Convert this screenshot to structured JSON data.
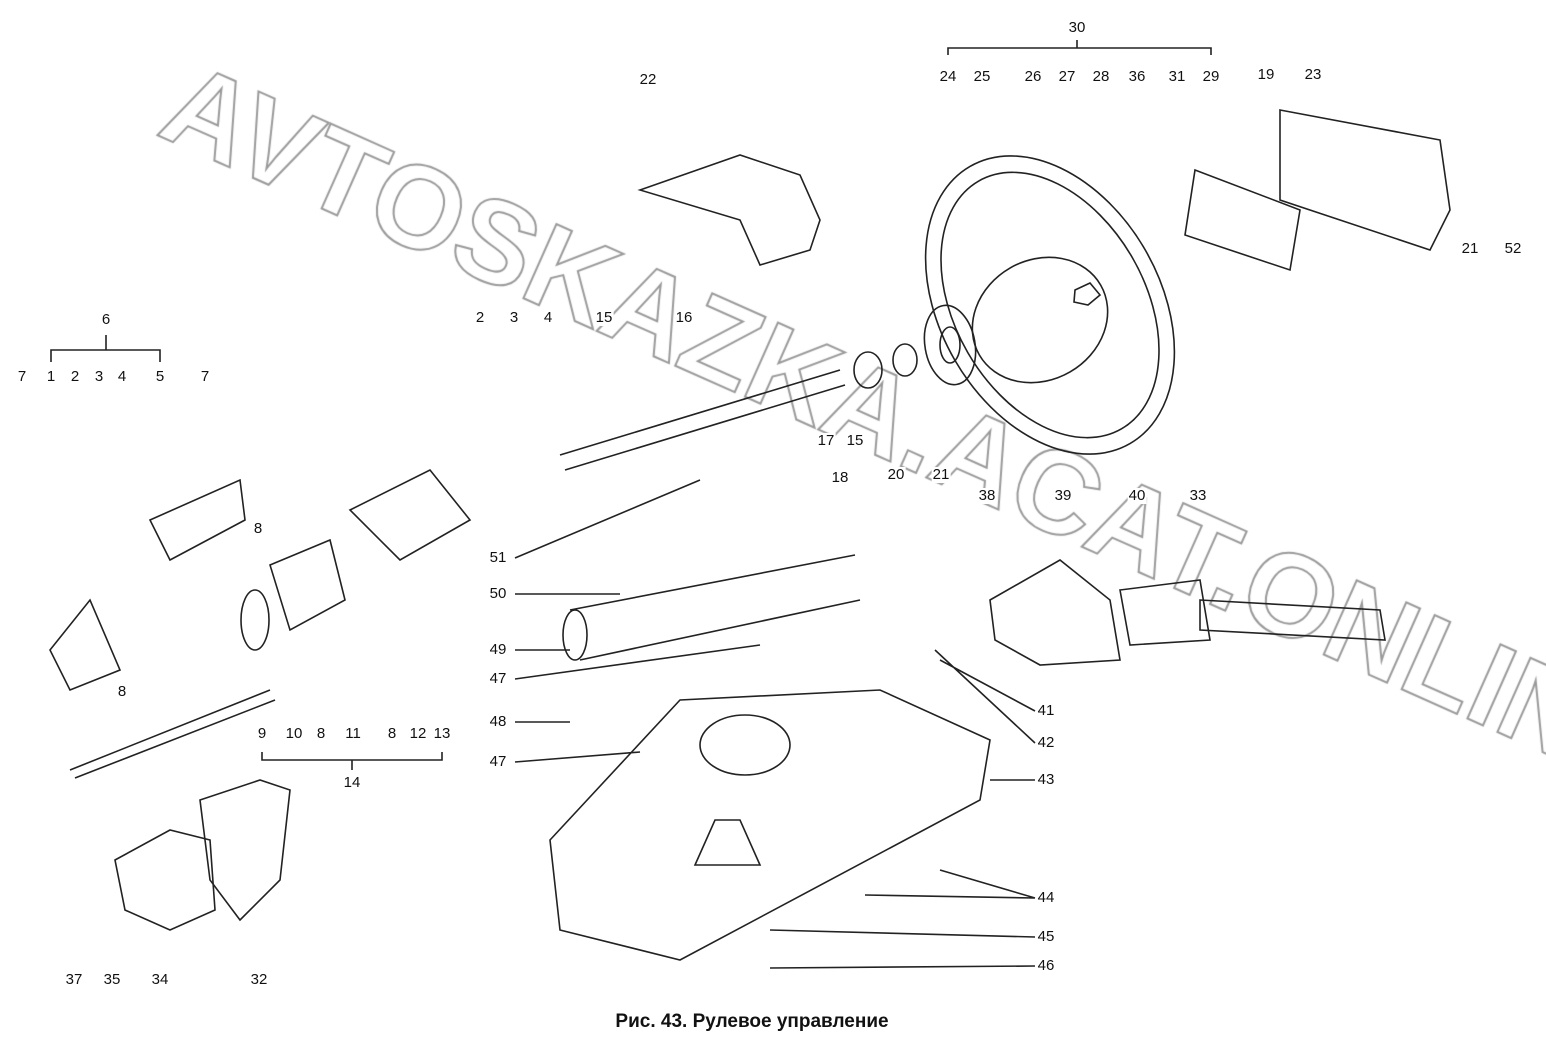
{
  "figure": {
    "caption": "Рис. 43. Рулевое управление",
    "watermark": "AVTOSKAZKA.ACAT.ONLINE",
    "labels": [
      "30",
      "24",
      "25",
      "26",
      "27",
      "28",
      "36",
      "31",
      "29",
      "19",
      "23",
      "22",
      "21",
      "52",
      "33",
      "6",
      "7",
      "1",
      "2",
      "3",
      "4",
      "5",
      "7",
      "2",
      "3",
      "4",
      "15",
      "16",
      "8",
      "8",
      "17",
      "15",
      "18",
      "20",
      "21",
      "38",
      "39",
      "40",
      "51",
      "50",
      "49",
      "47",
      "48",
      "47",
      "41",
      "42",
      "43",
      "9",
      "10",
      "8",
      "11",
      "8",
      "12",
      "13",
      "14",
      "44",
      "45",
      "46",
      "37",
      "35",
      "34",
      "32"
    ]
  }
}
